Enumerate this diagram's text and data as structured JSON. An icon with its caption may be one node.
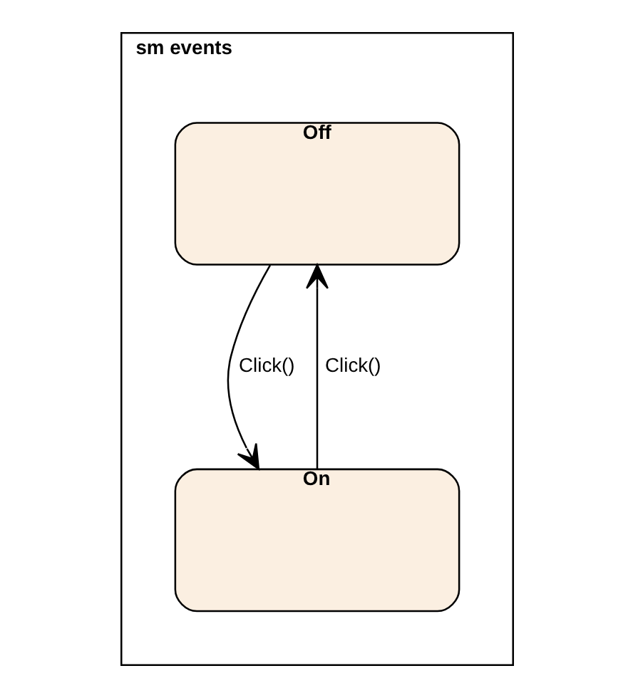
{
  "diagram": {
    "nodes": [
      {
        "text": [
          "sm events"
        ]
      },
      {
        "text": [
          "Off"
        ],
        "in": 0
      },
      {
        "text": [
          "On"
        ],
        "in": 0
      }
    ],
    "edges": [
      {
        "from": 2,
        "to": 1,
        "arrow": "to",
        "label": "Click()"
      },
      {
        "from": 1,
        "to": 2,
        "arrow": "to",
        "label": "Click()"
      }
    ]
  }
}
